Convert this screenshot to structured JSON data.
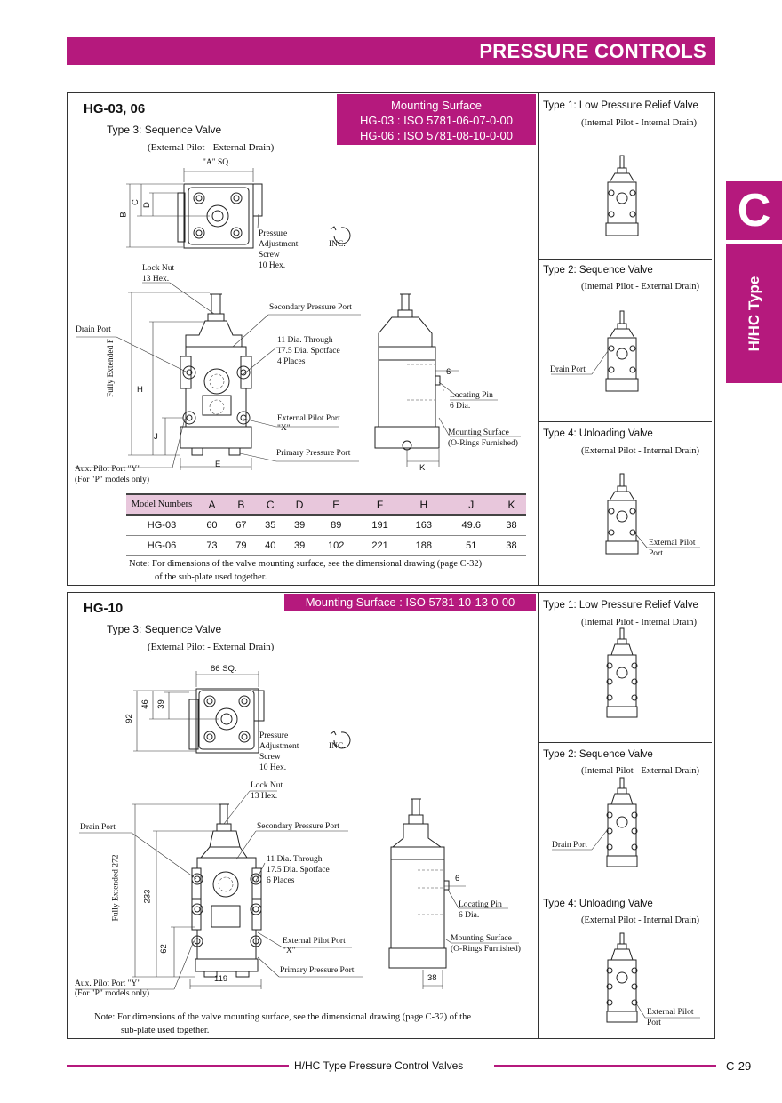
{
  "header": {
    "title": "PRESSURE CONTROLS"
  },
  "side_tab": {
    "letter": "C",
    "label": "H/HC Type"
  },
  "section1": {
    "model": "HG-03, 06",
    "type_label": "Type 3: Sequence Valve",
    "pilot": "(External Pilot - External Drain)",
    "mounting": {
      "title": "Mounting Surface",
      "line1": "HG-03 : ISO 5781-06-07-0-00",
      "line2": "HG-06 : ISO 5781-08-10-0-00"
    },
    "top_labels": {
      "a_sq": "\"A\" SQ.",
      "b": "B",
      "c": "C",
      "d": "D",
      "screw": "Pressure\nAdjustment\nScrew\n10 Hex.",
      "inc": "INC."
    },
    "front_labels": {
      "lock_nut": "Lock Nut\n13 Hex.",
      "drain_port": "Drain Port",
      "secondary": "Secondary Pressure Port",
      "holes": "11 Dia. Through\n17.5 Dia. Spotface\n4 Places",
      "fully_ext": "Fully Extended F",
      "h": "H",
      "j": "J",
      "e": "E",
      "ext_pilot": "External Pilot Port\n\"X\"",
      "primary": "Primary Pressure Port",
      "aux": "Aux. Pilot Port \"Y\"",
      "aux_note": "(For \"P\" models only)"
    },
    "side_labels": {
      "six": "6",
      "locating": "Locating Pin\n6 Dia.",
      "mount_surface": "Mounting Surface\n(O-Rings Furnished)",
      "k": "K"
    },
    "table": {
      "headers": [
        "Model Numbers",
        "A",
        "B",
        "C",
        "D",
        "E",
        "F",
        "H",
        "J",
        "K"
      ],
      "rows": [
        [
          "HG-03",
          "60",
          "67",
          "35",
          "39",
          "89",
          "191",
          "163",
          "49.6",
          "38"
        ],
        [
          "HG-06",
          "73",
          "79",
          "40",
          "39",
          "102",
          "221",
          "188",
          "51",
          "38"
        ]
      ]
    },
    "note_line1": "Note: For dimensions of the valve mounting surface, see the dimensional drawing (page C-32)",
    "note_line2": "of the sub-plate used together.",
    "types": [
      {
        "title": "Type 1: Low Pressure Relief Valve",
        "pilot": "(Internal Pilot - Internal Drain)",
        "callout": ""
      },
      {
        "title": "Type 2: Sequence Valve",
        "pilot": "(Internal Pilot - External Drain)",
        "callout": "Drain Port"
      },
      {
        "title": "Type 4: Unloading Valve",
        "pilot": "(External Pilot - Internal Drain)",
        "callout": "External Pilot\nPort"
      }
    ]
  },
  "section2": {
    "model": "HG-10",
    "type_label": "Type 3: Sequence Valve",
    "pilot": "(External Pilot - External Drain)",
    "mounting": {
      "title": "Mounting Surface : ISO 5781-10-13-0-00"
    },
    "top_labels": {
      "sq": "86 SQ.",
      "d92": "92",
      "d46": "46",
      "d39": "39",
      "screw": "Pressure\nAdjustment\nScrew\n10 Hex.",
      "inc": "INC."
    },
    "front_labels": {
      "lock_nut": "Lock Nut\n13 Hex.",
      "drain_port": "Drain Port",
      "secondary": "Secondary Pressure Port",
      "holes": "11 Dia. Through\n17.5 Dia. Spotface\n6 Places",
      "fully_ext": "Fully Extended 272",
      "h": "233",
      "j": "62",
      "e": "119",
      "ext_pilot": "External Pilot Port\n\"X\"",
      "primary": "Primary Pressure Port",
      "aux": "Aux. Pilot Port \"Y\"",
      "aux_note": "(For \"P\" models only)"
    },
    "side_labels": {
      "six": "6",
      "locating": "Locating Pin\n6 Dia.",
      "mount_surface": "Mounting Surface\n(O-Rings Furnished)",
      "k": "38"
    },
    "note_line1": "Note: For dimensions of the valve mounting surface, see the dimensional drawing (page C-32) of the",
    "note_line2": "sub-plate used together.",
    "types": [
      {
        "title": "Type 1: Low Pressure Relief Valve",
        "pilot": "(Internal Pilot - Internal Drain)",
        "callout": ""
      },
      {
        "title": "Type 2: Sequence Valve",
        "pilot": "(Internal Pilot - External Drain)",
        "callout": "Drain Port"
      },
      {
        "title": "Type 4: Unloading Valve",
        "pilot": "(External Pilot - Internal Drain)",
        "callout": "External Pilot\nPort"
      }
    ]
  },
  "footer": {
    "title": "H/HC Type Pressure Control Valves",
    "page": "C-29"
  }
}
